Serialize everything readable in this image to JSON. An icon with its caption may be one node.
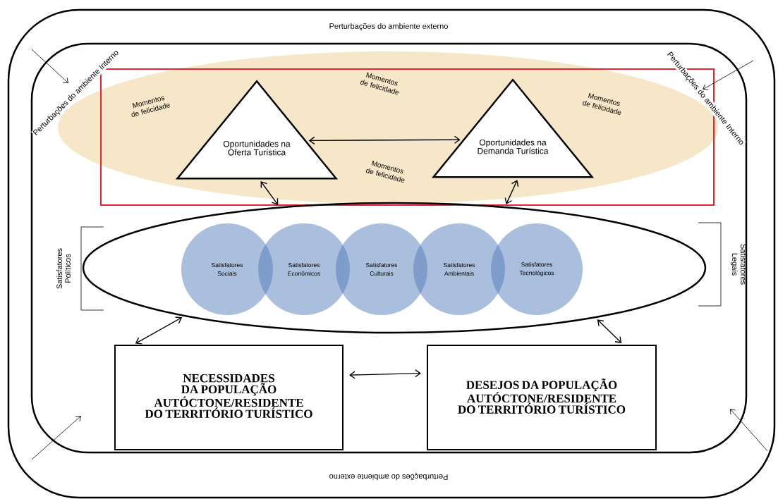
{
  "diagram": {
    "nodes": [
      {
        "text": [
          "Perturbações do ambiente externo",
          "Perturbações do ambiente externo"
        ]
      },
      {
        "text": [
          "Perturbações do ambiente Interno",
          "Perturbações do ambiente Interno"
        ],
        "in": 0
      },
      {
        "text": [
          "Momentos de felicidade",
          "Momentos de felicidade",
          "Momentos de felicidade",
          "Momentos de felicidade"
        ],
        "in": 1
      },
      {
        "text": [
          "Oportunidades na Oferta Turística"
        ],
        "in": 2
      },
      {
        "text": [
          "Oportunidades na Demanda Turística"
        ],
        "in": 2
      },
      {
        "text": [],
        "shape": "ellipse",
        "in": 1,
        "beside": [
          "Satisfatores Políticos",
          "Satisfatores Legais"
        ]
      },
      {
        "text": [
          "Satisfatores Sociais"
        ],
        "in": 5
      },
      {
        "text": [
          "Satisfatores Econômicos"
        ],
        "in": 5
      },
      {
        "text": [
          "Satisfatores Culturais"
        ],
        "in": 5
      },
      {
        "text": [
          "Satisfatores Ambientais"
        ],
        "in": 5
      },
      {
        "text": [
          "Satisfatores Tecnológicos"
        ],
        "in": 5
      },
      {
        "text": [
          "NECESSIDADES DA POPULAÇÃO AUTÓCTONE/RESIDENTE DO TERRITÓRIO TURÍSTICO"
        ],
        "in": 1
      },
      {
        "text": [
          "DESEJOS DA POPULAÇÃO AUTÓCTONE/RESIDENTE DO TERRITÓRIO TURÍSTICO"
        ],
        "in": 1
      }
    ],
    "edges": [
      {
        "from": 3,
        "to": 4,
        "arrow": "both"
      },
      {
        "from": 3,
        "to": 5,
        "arrow": "both"
      },
      {
        "from": 4,
        "to": 5,
        "arrow": "both"
      },
      {
        "from": 5,
        "to": 11,
        "arrow": "both"
      },
      {
        "from": 5,
        "to": 12,
        "arrow": "both"
      },
      {
        "from": 11,
        "to": 12,
        "arrow": "both"
      }
    ]
  }
}
